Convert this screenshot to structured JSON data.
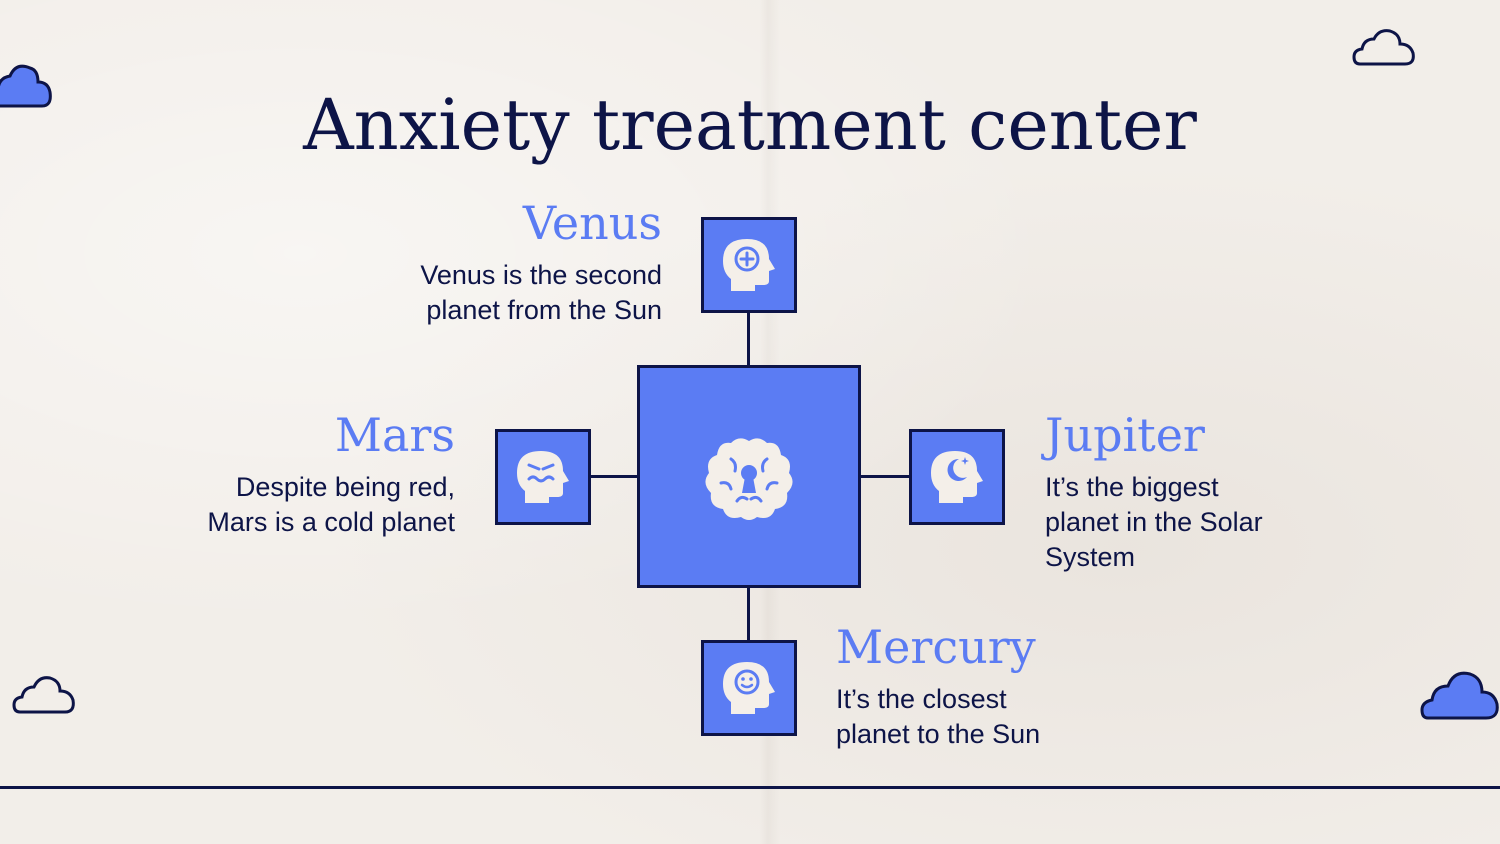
{
  "title": "Anxiety treatment center",
  "items": {
    "venus": {
      "heading": "Venus",
      "desc": [
        "Venus is the second",
        "planet from the Sun"
      ],
      "icon": "head-plus-icon"
    },
    "mars": {
      "heading": "Mars",
      "desc": [
        "Despite being red,",
        "Mars is a cold planet"
      ],
      "icon": "head-angry-icon"
    },
    "jupiter": {
      "heading": "Jupiter",
      "desc": [
        "It’s the biggest",
        "planet in the Solar",
        "System"
      ],
      "icon": "head-moon-icon"
    },
    "mercury": {
      "heading": "Mercury",
      "desc": [
        "It’s the closest",
        "planet to the Sun"
      ],
      "icon": "head-smile-icon"
    }
  },
  "center_icon": "brain-keyhole-icon",
  "colors": {
    "accent": "#5b7cf3",
    "ink": "#0d1447",
    "background": "#f2eee9",
    "icon_fill": "#f4efe9"
  }
}
